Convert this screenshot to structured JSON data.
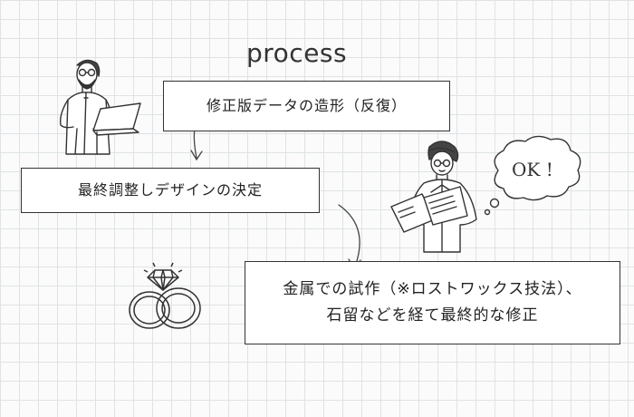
{
  "title": "process",
  "steps": [
    {
      "lines": [
        "修正版データの造形（反復）"
      ]
    },
    {
      "lines": [
        "最終調整しデザインの決定"
      ]
    },
    {
      "lines": [
        "金属での試作（※ロストワックス技法）、",
        "石留などを経て最終的な修正"
      ]
    }
  ],
  "bubble": {
    "text": "OK !"
  },
  "illustrations": [
    "man-with-laptop",
    "woman-reading-papers",
    "wedding-rings"
  ]
}
